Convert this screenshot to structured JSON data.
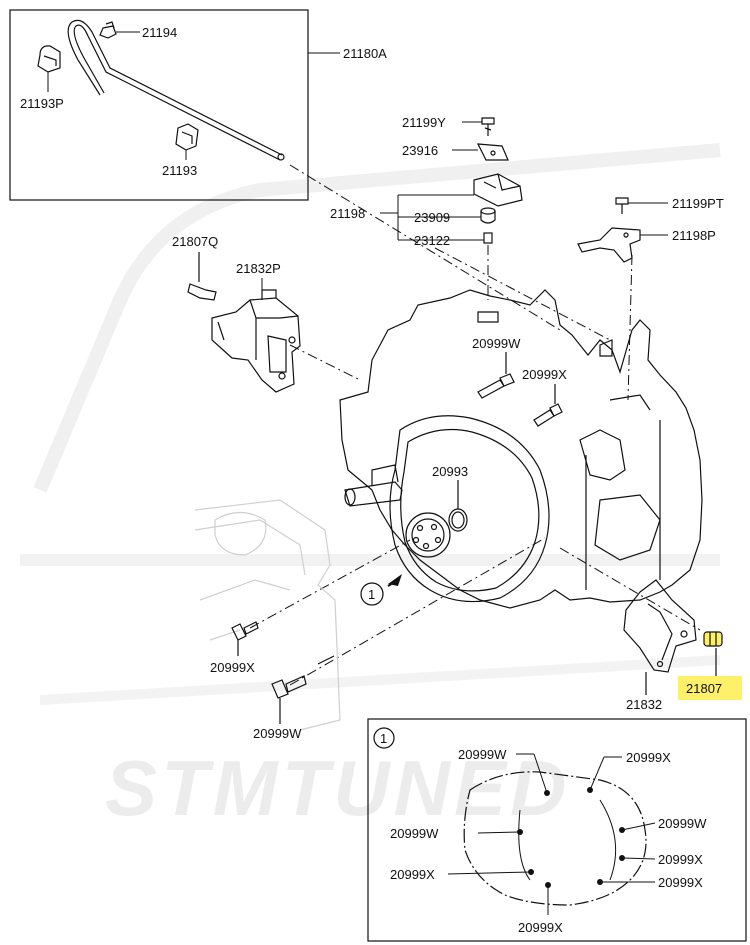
{
  "watermark": {
    "text": "STMTUNED"
  },
  "colors": {
    "line": "#111111",
    "highlight": "#fff06a",
    "watermark": "#e9e9e9"
  },
  "callouts": {
    "21194": "21194",
    "21180A": "21180A",
    "21193P": "21193P",
    "21193": "21193",
    "21199Y": "21199Y",
    "23916": "23916",
    "21198": "21198",
    "23909": "23909",
    "23122": "23122",
    "21199PT": "21199PT",
    "21198P": "21198P",
    "21807Q": "21807Q",
    "21832P": "21832P",
    "20999W_top": "20999W",
    "20999X_top": "20999X",
    "20993": "20993",
    "ref1": "1",
    "20999X_left": "20999X",
    "20999W_left": "20999W",
    "21832": "21832",
    "21807": "21807"
  },
  "detail": {
    "ref": "1",
    "labels": [
      "20999W",
      "20999X",
      "20999W",
      "20999W",
      "20999X",
      "20999X",
      "20999X",
      "20999X"
    ]
  }
}
